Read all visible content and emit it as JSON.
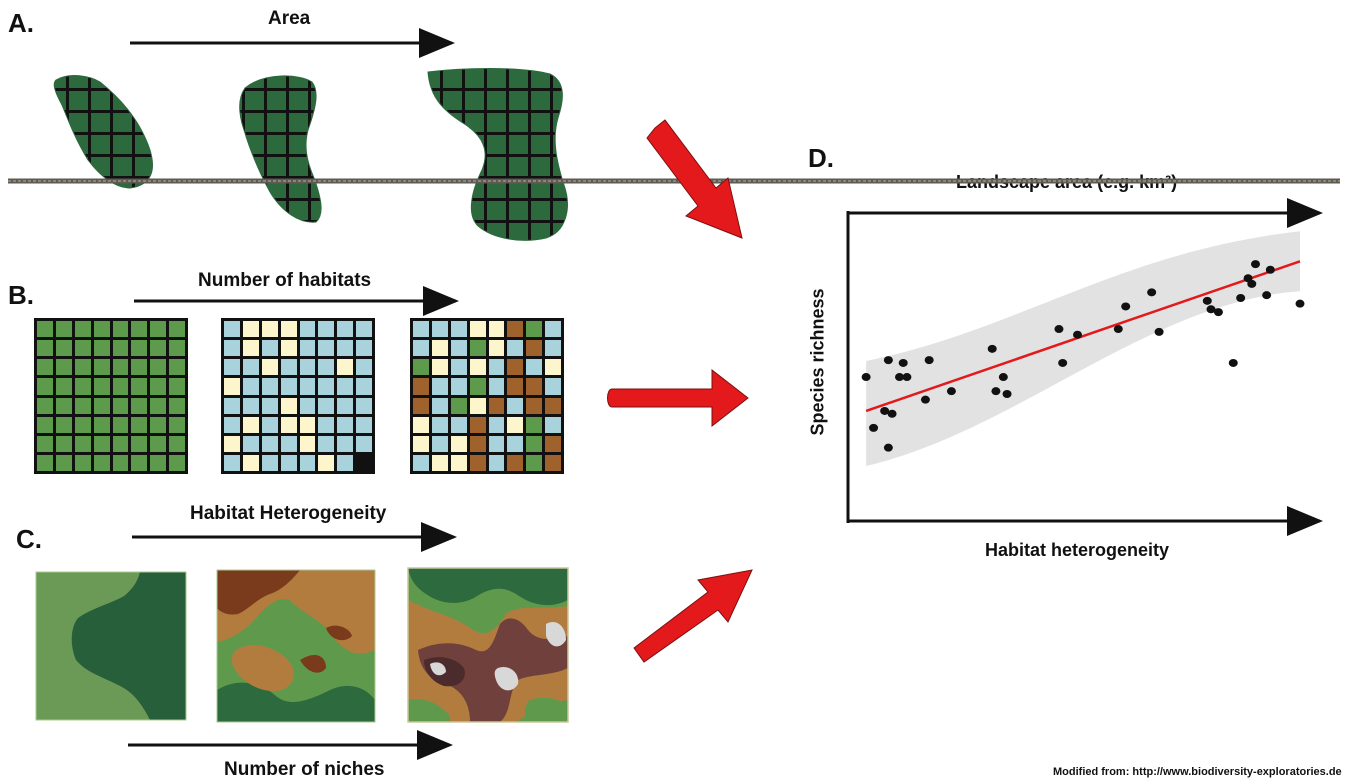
{
  "panels": {
    "a": {
      "letter": "A.",
      "caption": "Area"
    },
    "b": {
      "letter": "B.",
      "caption": "Number of habitats"
    },
    "c": {
      "letter": "C.",
      "caption_top": "Habitat Heterogeneity",
      "caption_bottom": "Number of niches"
    },
    "d": {
      "letter": "D.",
      "top_axis": "Landscape area (e.g. km²)",
      "x_axis": "Habitat heterogeneity",
      "y_axis": "Species richness"
    }
  },
  "credit": "Modified from: http://www.biodiversity-exploratories.de",
  "colors": {
    "dark_green": "#2c6a3e",
    "grass_green": "#5e9a4b",
    "light_blue": "#a9d3dc",
    "cream": "#fdf6cc",
    "brown": "#a0622d",
    "arrow_red": "#e3191c",
    "trend_red": "#e31a1c",
    "band_gray": "#e2e2e2"
  },
  "habitat_grids": [
    {
      "name": "one-habitat",
      "cells": "GGGGGGGGGGGGGGGGGGGGGGGGGGGGGGGGGGGGGGGGGGGGGGGGGGGGGGGGGGGGGGGG"
    },
    {
      "name": "two-habitats",
      "cells": "BCCCBBBBBCBCBBBBBBCBBBCBCBBBBBBBBBBCBBBBBCBCCBBBCBBBCBBBBCBBBCB"
    },
    {
      "name": "four-habitats",
      "cells": "BBBCCNGBBCBGCBNBGCBCBNBCNBBGBNNBNBGCNBNNCBBNBCGBCBCNBBGNBCCNBNGN"
    }
  ],
  "chart_data": {
    "type": "scatter",
    "title": "",
    "xlabel": "Habitat heterogeneity",
    "ylabel": "Species richness",
    "xlim": [
      0,
      100
    ],
    "ylim": [
      0,
      100
    ],
    "points": [
      [
        3,
        40
      ],
      [
        5,
        22
      ],
      [
        8,
        28
      ],
      [
        9,
        46
      ],
      [
        9,
        15
      ],
      [
        10,
        27
      ],
      [
        12,
        40
      ],
      [
        13,
        45
      ],
      [
        14,
        40
      ],
      [
        19,
        32
      ],
      [
        20,
        46
      ],
      [
        26,
        35
      ],
      [
        37,
        50
      ],
      [
        38,
        35
      ],
      [
        40,
        40
      ],
      [
        41,
        34
      ],
      [
        55,
        57
      ],
      [
        56,
        45
      ],
      [
        60,
        55
      ],
      [
        71,
        57
      ],
      [
        73,
        65
      ],
      [
        80,
        70
      ],
      [
        82,
        56
      ],
      [
        95,
        67
      ],
      [
        96,
        64
      ],
      [
        98,
        63
      ],
      [
        102,
        45
      ],
      [
        104,
        68
      ],
      [
        106,
        75
      ],
      [
        107,
        73
      ],
      [
        108,
        80
      ],
      [
        111,
        69
      ],
      [
        112,
        78
      ],
      [
        120,
        66
      ]
    ],
    "trend": {
      "x": [
        3,
        120
      ],
      "y": [
        28,
        81
      ]
    }
  }
}
